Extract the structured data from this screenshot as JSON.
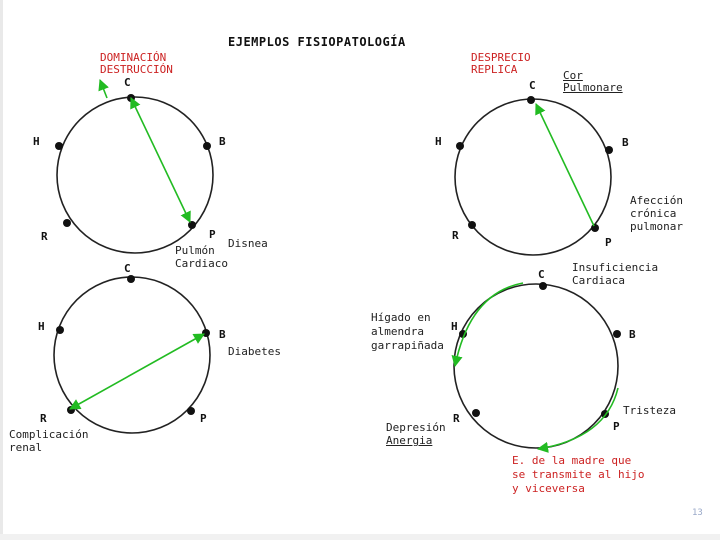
{
  "title": "EJEMPLOS FISIOPATOLOGÍA",
  "page_number": "13",
  "colors": {
    "arrow": "#22bb22",
    "red_text": "#cc2222",
    "node": "#111111"
  },
  "node_labels": {
    "c": "C",
    "h": "H",
    "b": "B",
    "r": "R",
    "p": "P"
  },
  "annotations": {
    "dominacion": "DOMINACIÓN",
    "destruccion": "DESTRUCCIÓN",
    "disnea": "Disnea",
    "pulmon": "Pulmón",
    "cardiaco": "Cardiaco",
    "desprecio": "DESPRECIO",
    "replica": "REPLICA",
    "cor": "Cor",
    "pulmonare": "Pulmonare",
    "afeccion": "Afección",
    "cronica": "crónica",
    "pulmonar": "pulmonar",
    "diabetes": "Diabetes",
    "complicacion": "Complicación",
    "renal": "renal",
    "insuficiencia": "Insuficiencia",
    "cardiaca": "Cardiaca",
    "higado": "Hígado en",
    "almendra": "almendra",
    "garrapinada": "garrapiñada",
    "tristeza": "Tristeza",
    "depresion": "Depresión",
    "anergia": "Anergia",
    "madre1": "E. de la madre que",
    "madre2": "se transmite al hijo",
    "madre3": "y viceversa"
  }
}
